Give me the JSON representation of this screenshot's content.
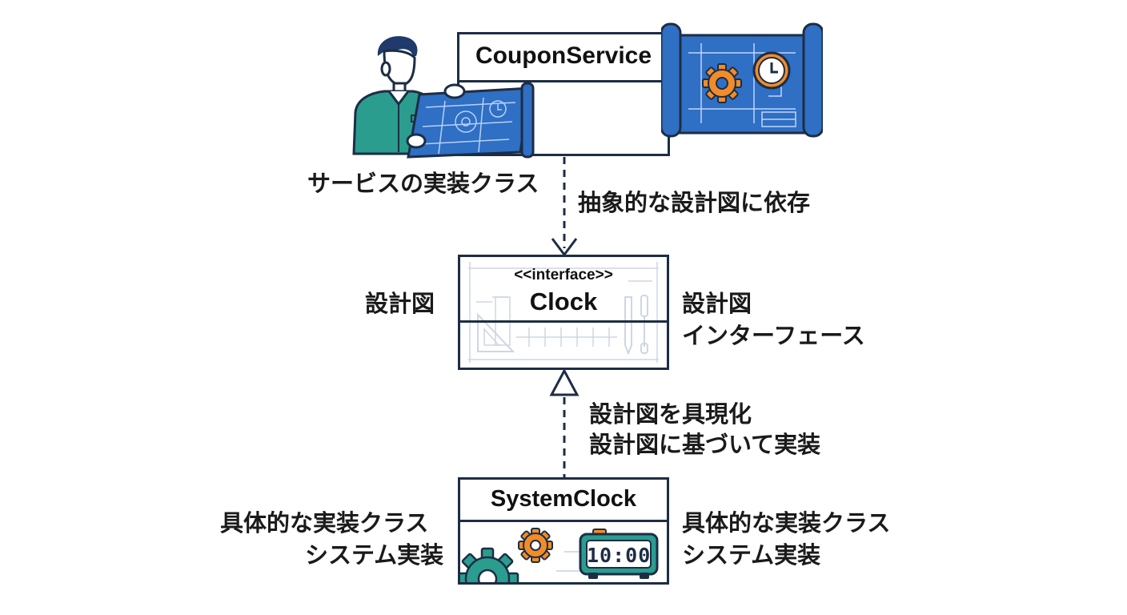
{
  "service": {
    "class_name": "CouponService",
    "caption": "サービスの実装クラス"
  },
  "dependency_label": "抽象的な設計図に依存",
  "interface": {
    "stereotype": "<<interface>>",
    "class_name": "Clock",
    "left_label": "設計図",
    "right_label_line1": "設計図",
    "right_label_line2": "インターフェース"
  },
  "realization_label_line1": "設計図を具現化",
  "realization_label_line2": "設計図に基づいて実装",
  "impl": {
    "class_name": "SystemClock",
    "left_label_line1": "具体的な実装クラス",
    "left_label_line2": "システム実装",
    "right_label_line1": "具体的な実装クラス",
    "right_label_line2": "システム実装",
    "display_time": "10:00"
  },
  "colors": {
    "box_border": "#1d2d44",
    "blueprint": "#2f6fc4",
    "person": "#2a9d8f",
    "gear_orange": "#f28c28",
    "gear_teal": "#2a9d8f"
  }
}
